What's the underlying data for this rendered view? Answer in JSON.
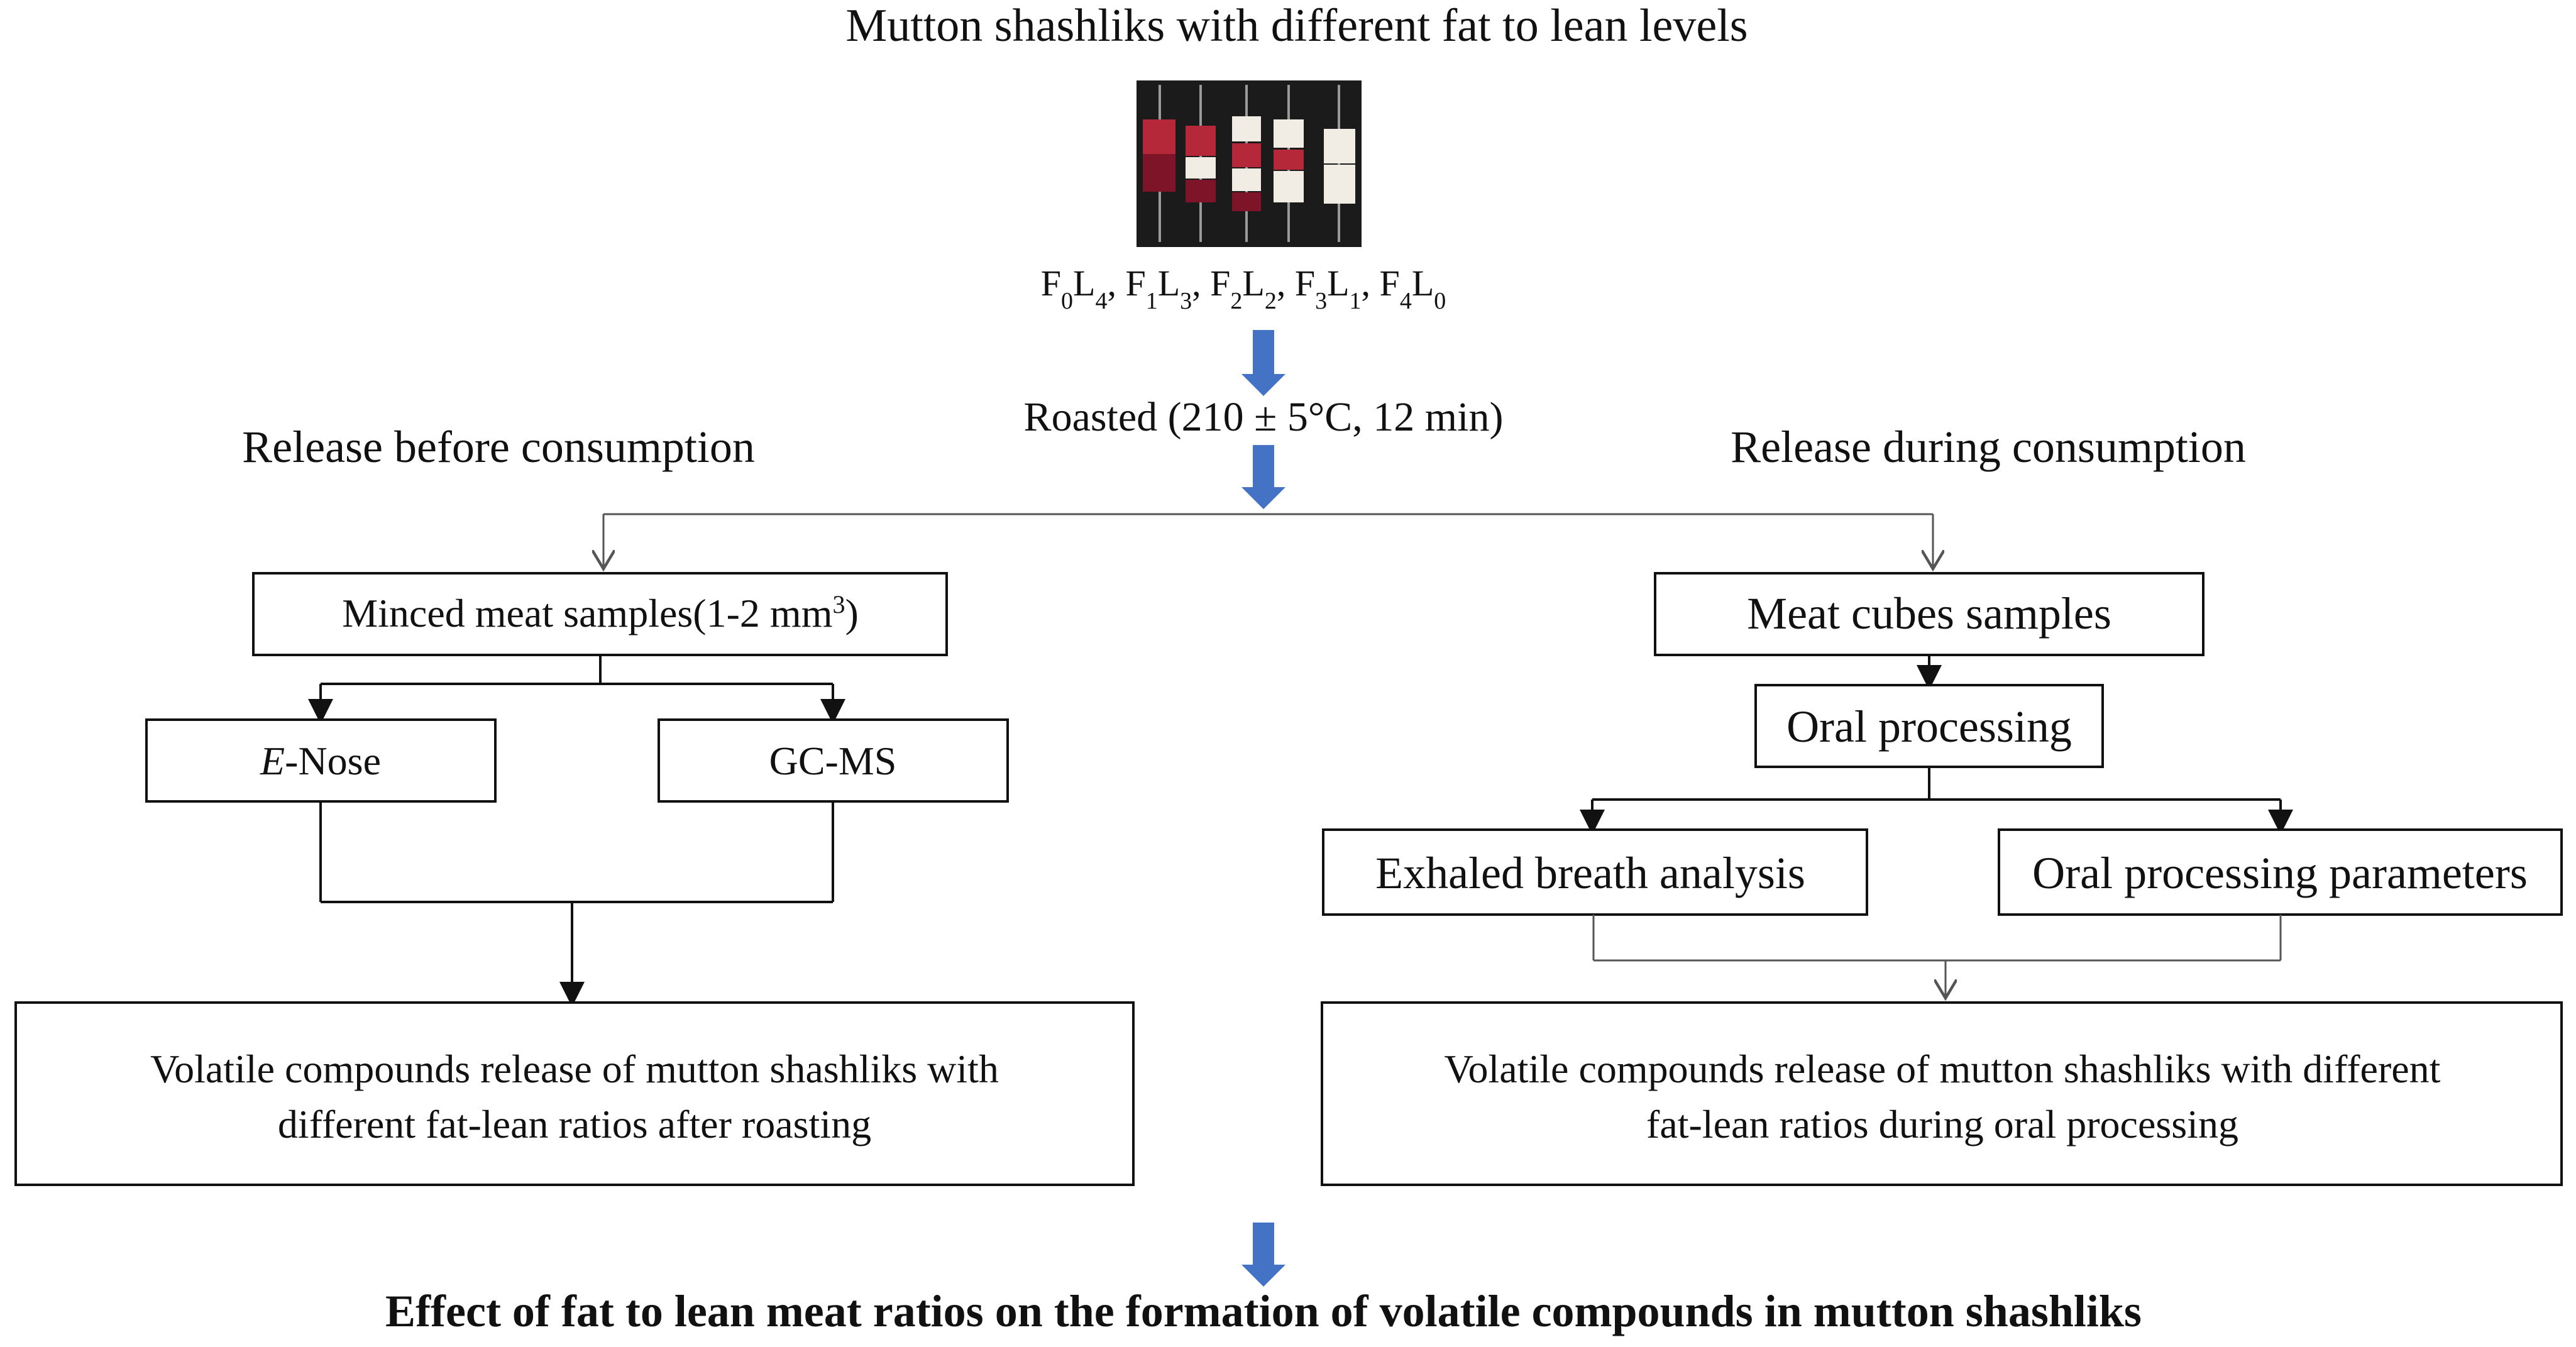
{
  "top_title": "Mutton shashliks with different fat to lean levels",
  "samples": [
    {
      "f": "0",
      "l": "4"
    },
    {
      "f": "1",
      "l": "3"
    },
    {
      "f": "2",
      "l": "2"
    },
    {
      "f": "3",
      "l": "1"
    },
    {
      "f": "4",
      "l": "0"
    }
  ],
  "roasted": "Roasted (210 ± 5°C, 12 min)",
  "left_branch": {
    "heading": "Release before consumption",
    "minced": "Minced meat samples(1-2 mm",
    "minced_sup": "3",
    "minced_close": ")",
    "enose_prefix": "E",
    "enose_rest": "-Nose",
    "gcms": "GC-MS",
    "result_line1": "Volatile compounds release of mutton shashliks with",
    "result_line2": "different fat-lean ratios after roasting"
  },
  "right_branch": {
    "heading": "Release during consumption",
    "cubes": "Meat cubes samples",
    "oral": "Oral processing",
    "breath": "Exhaled breath analysis",
    "params": "Oral processing parameters",
    "result_line1": "Volatile compounds  release of mutton shashliks with different",
    "result_line2": "fat-lean ratios during oral processing"
  },
  "conclusion": "Effect of fat to lean meat ratios on the formation of volatile compounds in mutton shashliks",
  "colors": {
    "arrow_blue": "#4472c4",
    "meat_red": "#b5283a",
    "fat_white": "#f1ede4",
    "photo_bg": "#1b1b1b"
  }
}
